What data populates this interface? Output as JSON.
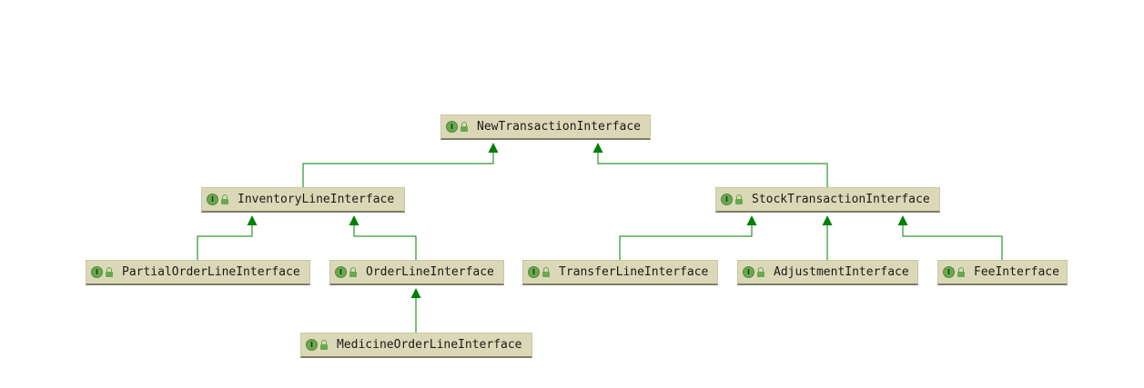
{
  "diagram": {
    "colors": {
      "node_fill": "#dbd8b7",
      "node_border": "#7f7d68",
      "edge": "#007f00",
      "icon": "#6aa84f"
    },
    "node_icons": [
      "interface-icon",
      "public-lock-icon"
    ],
    "icon_letter": "I",
    "nodes": [
      {
        "id": "new_transaction",
        "label": "NewTransactionInterface"
      },
      {
        "id": "inventory_line",
        "label": "InventoryLineInterface"
      },
      {
        "id": "stock_transaction",
        "label": "StockTransactionInterface"
      },
      {
        "id": "partial_order_line",
        "label": "PartialOrderLineInterface"
      },
      {
        "id": "order_line",
        "label": "OrderLineInterface"
      },
      {
        "id": "transfer_line",
        "label": "TransferLineInterface"
      },
      {
        "id": "adjustment",
        "label": "AdjustmentInterface"
      },
      {
        "id": "fee",
        "label": "FeeInterface"
      },
      {
        "id": "medicine_order_line",
        "label": "MedicineOrderLineInterface"
      }
    ],
    "edges": [
      {
        "from": "inventory_line",
        "to": "new_transaction"
      },
      {
        "from": "stock_transaction",
        "to": "new_transaction"
      },
      {
        "from": "partial_order_line",
        "to": "inventory_line"
      },
      {
        "from": "order_line",
        "to": "inventory_line"
      },
      {
        "from": "transfer_line",
        "to": "stock_transaction"
      },
      {
        "from": "adjustment",
        "to": "stock_transaction"
      },
      {
        "from": "fee",
        "to": "stock_transaction"
      },
      {
        "from": "medicine_order_line",
        "to": "order_line"
      }
    ]
  }
}
